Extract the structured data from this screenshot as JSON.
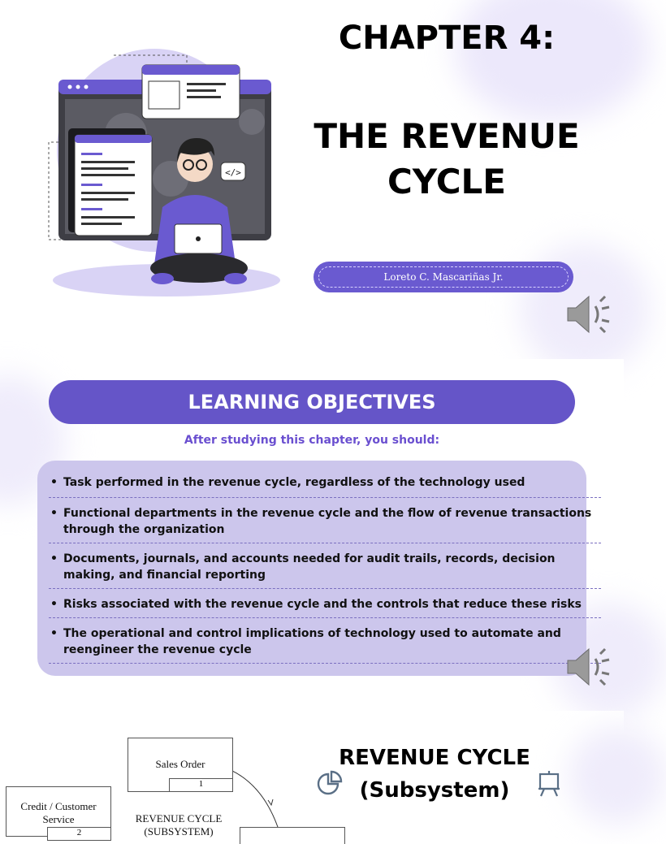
{
  "slide1": {
    "chapter": "CHAPTER 4:",
    "title_line1": "THE REVENUE",
    "title_line2": "CYCLE",
    "author": "Loreto C. Mascariñas Jr.",
    "illustration_code_tag": "</>"
  },
  "slide2": {
    "heading": "LEARNING OBJECTIVES",
    "subheading": "After studying this chapter, you should:",
    "objectives": [
      "Task performed in the revenue cycle, regardless of the technology used",
      "Functional departments in the revenue cycle and the flow of revenue transactions through the organization",
      "Documents, journals, and accounts needed for audit trails, records, decision making, and financial reporting",
      "Risks associated with the revenue cycle and the controls that reduce these risks",
      "The operational and control implications of technology used to automate and reengineer the revenue cycle"
    ],
    "bullet": "•"
  },
  "slide3": {
    "title_line1": "REVENUE CYCLE",
    "title_line2": "(Subsystem)",
    "diagram": {
      "sales_order": "Sales Order",
      "sales_order_num": "1",
      "credit": "Credit / Customer Service",
      "credit_num": "2",
      "center_line1": "REVENUE CYCLE",
      "center_line2": "(SUBSYSTEM)"
    }
  },
  "colors": {
    "accent": "#6555c8",
    "panel": "#ccc6ec",
    "lavender": "#d9d3f5"
  }
}
